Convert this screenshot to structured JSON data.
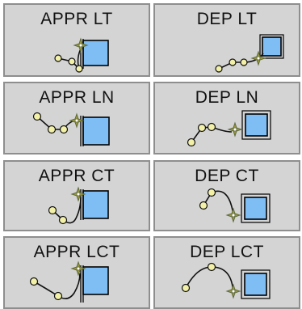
{
  "tiles": [
    {
      "id": "appr-lt",
      "label": "APPR LT"
    },
    {
      "id": "dep-lt",
      "label": "DEP LT"
    },
    {
      "id": "appr-ln",
      "label": "APPR LN"
    },
    {
      "id": "dep-ln",
      "label": "DEP LN"
    },
    {
      "id": "appr-ct",
      "label": "APPR CT"
    },
    {
      "id": "dep-ct",
      "label": "DEP CT"
    },
    {
      "id": "appr-lct",
      "label": "APPR LCT"
    },
    {
      "id": "dep-lct",
      "label": "DEP LCT"
    }
  ],
  "colors": {
    "tile_bg": "#d4d4d4",
    "tile_border": "#8e8e8e",
    "box_fill": "#7fbdf5",
    "node_fill": "#f3f1a8",
    "star_fill": "#9c9b3a",
    "star_stroke": "#5f6a3e"
  }
}
